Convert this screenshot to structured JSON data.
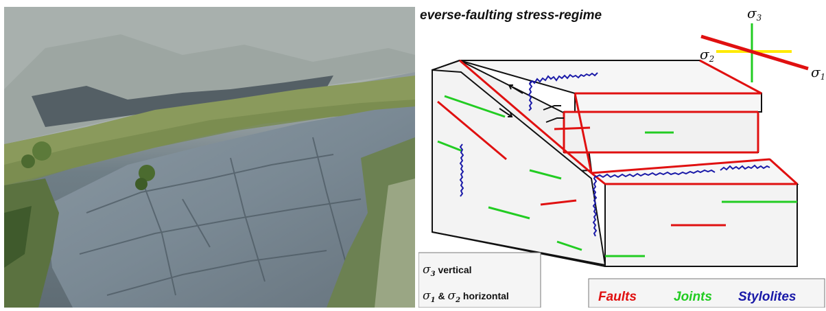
{
  "photo": {
    "subject": "cliff-face-photo"
  },
  "diagram": {
    "title": "everse-faulting stress-regime",
    "stress_axes": {
      "sigma3": "σ",
      "sigma3_sub": "3",
      "sigma2": "σ",
      "sigma2_sub": "2",
      "sigma1": "σ",
      "sigma1_sub": "1"
    },
    "note": {
      "line1_sigma": "σ",
      "line1_sub": "3",
      "line1_text": " vertical",
      "line2_sigma_a": "σ",
      "line2_sub_a": "1",
      "line2_amp": " & ",
      "line2_sigma_b": "σ",
      "line2_sub_b": "2",
      "line2_text": " horizontal"
    },
    "legend": {
      "faults": "Faults",
      "joints": "Joints",
      "stylolites": "Stylolites"
    },
    "colors": {
      "faults": "#e01010",
      "joints": "#22cc22",
      "stylolites": "#1a1aa8",
      "sigma2_line": "#ffea00",
      "block_bg": "#f1f1f1"
    }
  }
}
